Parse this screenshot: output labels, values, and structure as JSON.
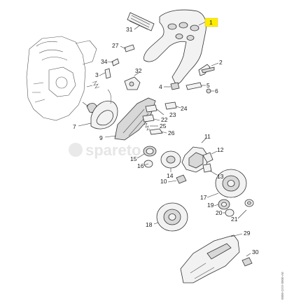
{
  "diagram": {
    "highlight_color": "#ffec00",
    "callouts": [
      {
        "id": "callout-1",
        "text": "1",
        "highlighted": true
      },
      {
        "id": "callout-2",
        "text": "2"
      },
      {
        "id": "callout-3",
        "text": "3"
      },
      {
        "id": "callout-4",
        "text": "4"
      },
      {
        "id": "callout-5",
        "text": "5"
      },
      {
        "id": "callout-6",
        "text": "6"
      },
      {
        "id": "callout-7",
        "text": "7"
      },
      {
        "id": "callout-9",
        "text": "9"
      },
      {
        "id": "callout-10",
        "text": "10"
      },
      {
        "id": "callout-11",
        "text": "11"
      },
      {
        "id": "callout-12",
        "text": "12"
      },
      {
        "id": "callout-13",
        "text": "13"
      },
      {
        "id": "callout-14",
        "text": "14"
      },
      {
        "id": "callout-15",
        "text": "15"
      },
      {
        "id": "callout-16",
        "text": "16"
      },
      {
        "id": "callout-17",
        "text": "17"
      },
      {
        "id": "callout-18",
        "text": "18"
      },
      {
        "id": "callout-19",
        "text": "19"
      },
      {
        "id": "callout-20",
        "text": "20"
      },
      {
        "id": "callout-21",
        "text": "21"
      },
      {
        "id": "callout-22",
        "text": "22"
      },
      {
        "id": "callout-23",
        "text": "23"
      },
      {
        "id": "callout-24",
        "text": "24"
      },
      {
        "id": "callout-25",
        "text": "25"
      },
      {
        "id": "callout-26",
        "text": "26"
      },
      {
        "id": "callout-27",
        "text": "27"
      },
      {
        "id": "callout-29",
        "text": "29"
      },
      {
        "id": "callout-30",
        "text": "30"
      },
      {
        "id": "callout-31",
        "text": "31"
      },
      {
        "id": "callout-32",
        "text": "32"
      },
      {
        "id": "callout-34",
        "text": "34"
      }
    ],
    "watermark": "spareto",
    "document_id": "0000-GXX-0000-A0"
  }
}
